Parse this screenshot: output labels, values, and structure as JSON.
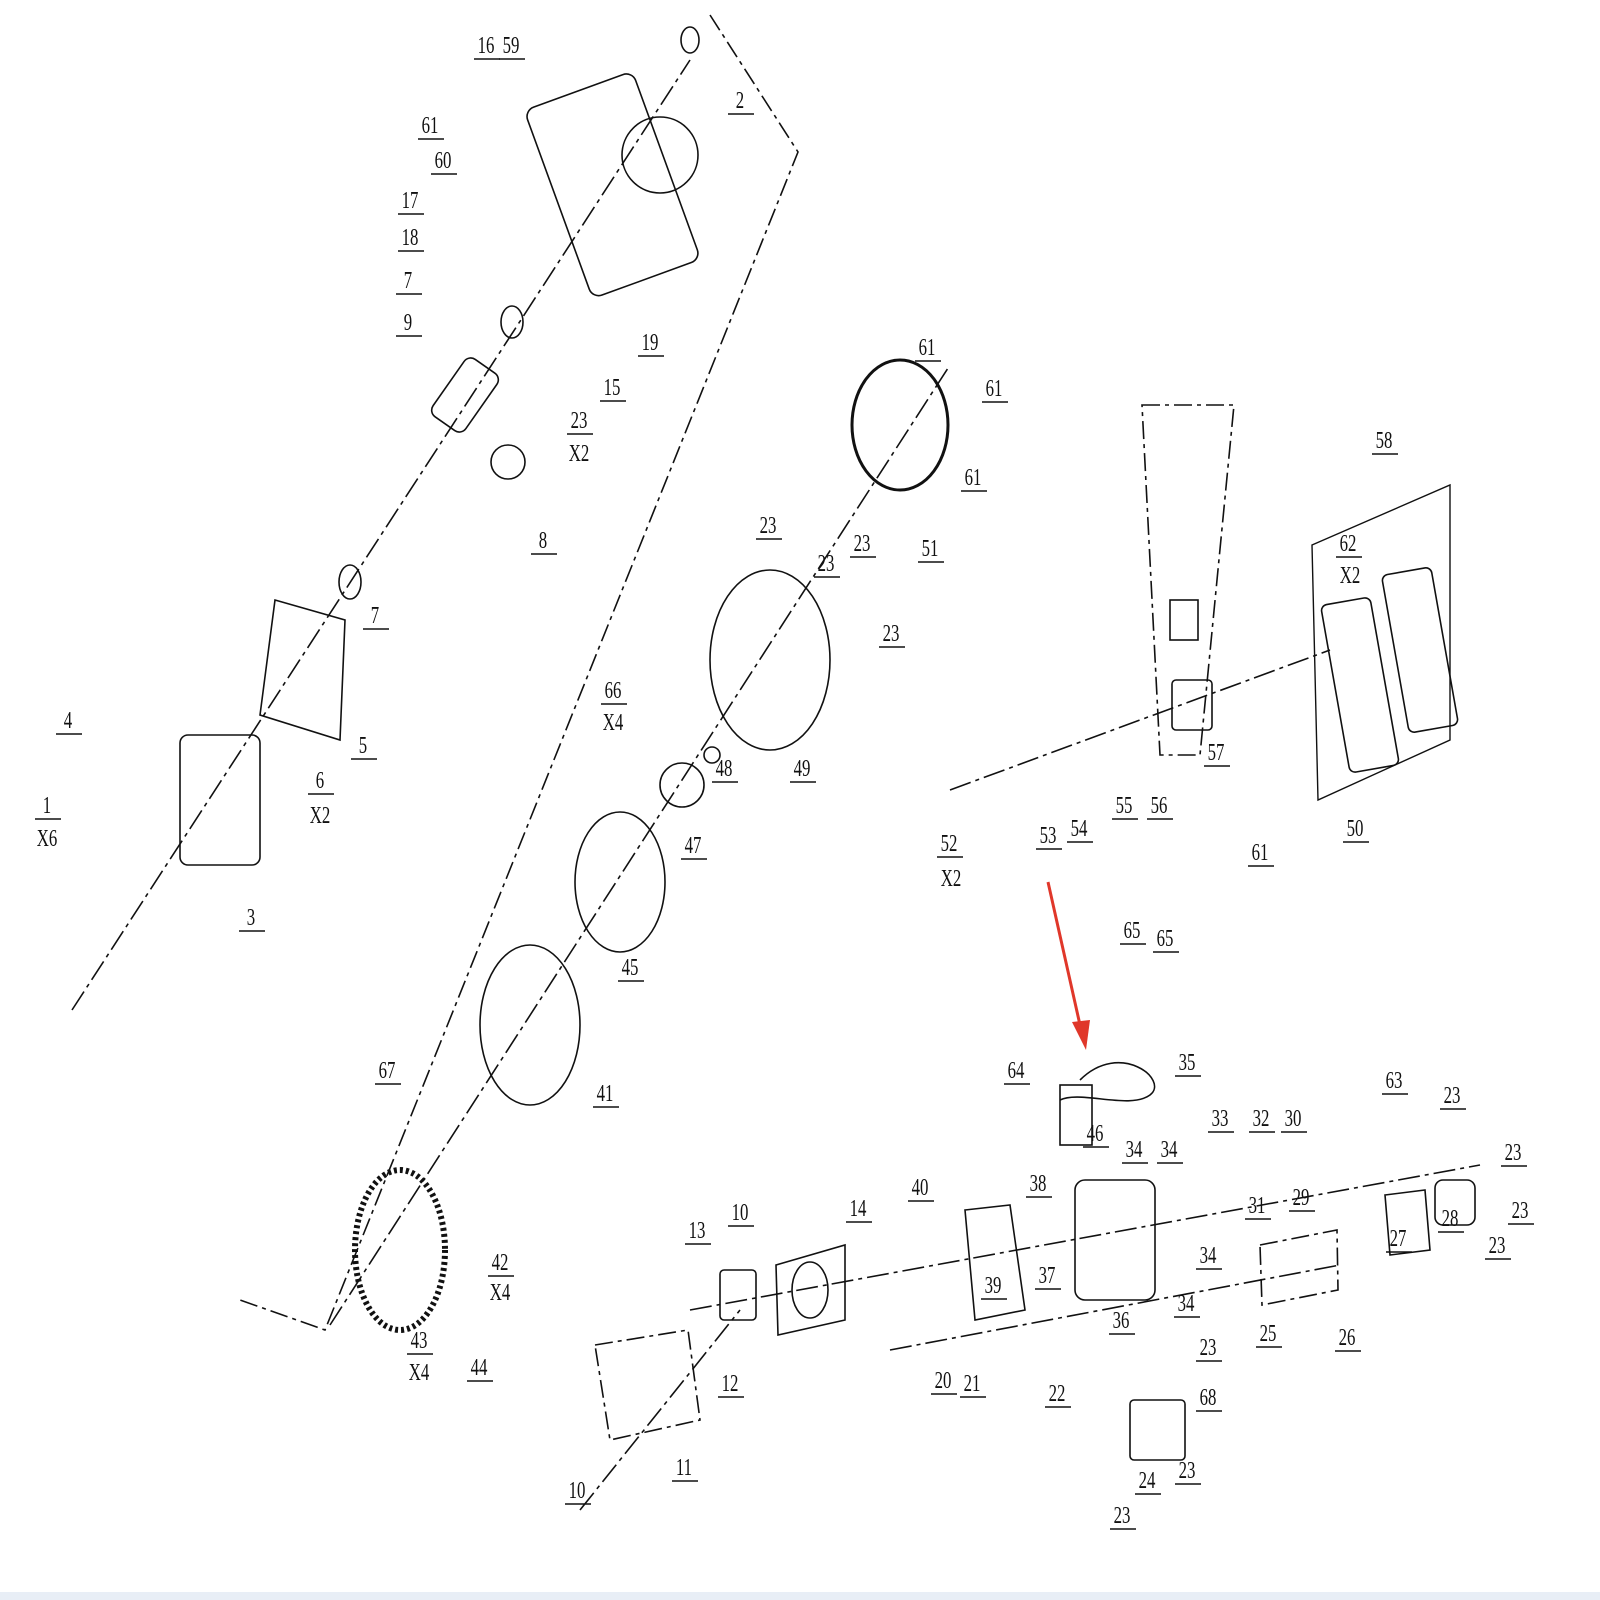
{
  "diagram": {
    "type": "exploded-parts-diagram",
    "accent_color": "#e0372a",
    "labels": [
      "16",
      "59",
      "2",
      "61",
      "60",
      "17",
      "18",
      "7",
      "9",
      "19",
      "15",
      "23",
      "X2",
      "8",
      "7",
      "5",
      "4",
      "6",
      "X2",
      "1",
      "X6",
      "3",
      "61",
      "61",
      "61",
      "51",
      "23",
      "23",
      "23",
      "23",
      "66",
      "X4",
      "48",
      "49",
      "47",
      "45",
      "41",
      "58",
      "62",
      "X2",
      "57",
      "56",
      "55",
      "54",
      "53",
      "52",
      "X2",
      "61",
      "50",
      "65",
      "65",
      "64",
      "35",
      "46",
      "63",
      "23",
      "23",
      "23",
      "23",
      "33",
      "32",
      "30",
      "34",
      "34",
      "29",
      "31",
      "28",
      "27",
      "38",
      "40",
      "39",
      "37",
      "36",
      "34",
      "34",
      "25",
      "26",
      "23",
      "68",
      "20",
      "21",
      "22",
      "24",
      "23",
      "23",
      "13",
      "10",
      "14",
      "12",
      "11",
      "10",
      "67",
      "42",
      "X4",
      "43",
      "X4",
      "44"
    ]
  }
}
